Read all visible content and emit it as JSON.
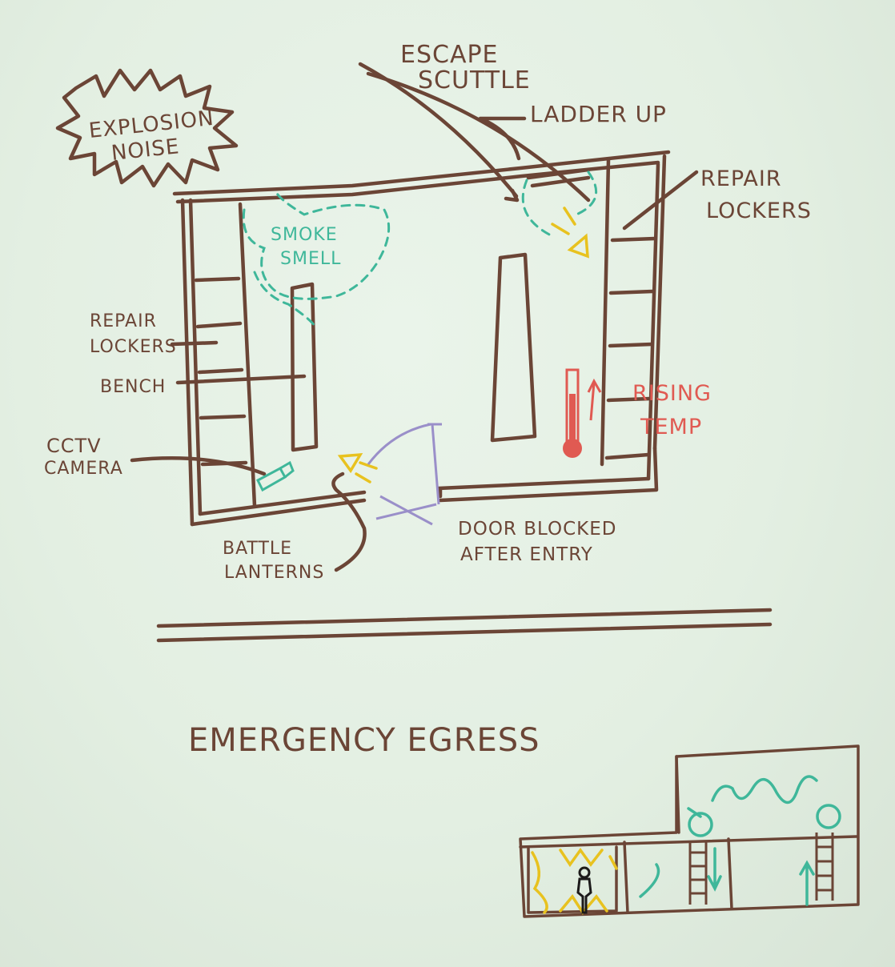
{
  "labels": {
    "explosion_line1": "EXPLOSION",
    "explosion_line2": "NOISE",
    "escape_line1": "ESCAPE",
    "escape_line2": "SCUTTLE",
    "ladder_up": "LADDER UP",
    "repair_right_line1": "REPAIR",
    "repair_right_line2": "LOCKERS",
    "smoke_line1": "SMOKE",
    "smoke_line2": "SMELL",
    "repair_left_line1": "REPAIR",
    "repair_left_line2": "LOCKERS",
    "bench": "BENCH",
    "cctv_line1": "CCTV",
    "cctv_line2": "CAMERA",
    "rising_line1": "RISING",
    "rising_line2": "TEMP",
    "battle_line1": "BATTLE",
    "battle_line2": "LANTERNS",
    "door_line1": "DOOR BLOCKED",
    "door_line2": "AFTER ENTRY",
    "egress_title": "EMERGENCY EGRESS"
  },
  "colors": {
    "marker_brown": "#6b4536",
    "marker_teal": "#3fb79a",
    "marker_yellow": "#e8c21f",
    "marker_red": "#e05a52",
    "marker_purple": "#9a8fc9",
    "marker_black": "#1c1a1a"
  },
  "icons": [
    "explosion-burst-icon",
    "cctv-camera-icon",
    "battle-lantern-icon",
    "thermometer-icon",
    "person-icon",
    "ladder-icon"
  ]
}
